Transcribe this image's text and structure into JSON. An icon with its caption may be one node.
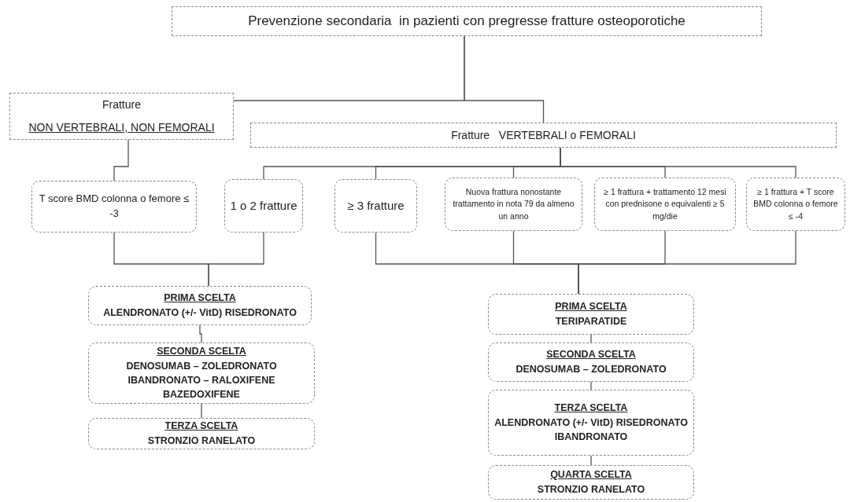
{
  "diagram": {
    "nodes": [
      {
        "text": [
          "Prevenzione secondaria  in pazienti con pregresse fratture osteoporotiche"
        ]
      },
      {
        "text": [
          "Fratture",
          "NON VERTEBRALI, NON FEMORALI"
        ]
      },
      {
        "text": [
          "Fratture   VERTEBRALI o FEMORALI"
        ]
      },
      {
        "text": [
          "T score BMD colonna o femore ≤ -3"
        ]
      },
      {
        "text": [
          "1 o 2 fratture"
        ]
      },
      {
        "text": [
          "≥ 3 fratture"
        ]
      },
      {
        "text": [
          "Nuova frattura nonostante trattamento in nota 79 da almeno un anno"
        ]
      },
      {
        "text": [
          "≥ 1 frattura + trattamento 12 mesi con prednisone o equivalenti ≥ 5 mg/die"
        ]
      },
      {
        "text": [
          "≥ 1 frattura + T score BMD colonna o femore ≤ -4"
        ]
      },
      {
        "text": [
          "PRIMA SCELTA",
          "ALENDRONATO (+/- VitD) RISEDRONATO"
        ]
      },
      {
        "text": [
          "SECONDA SCELTA",
          "DENOSUMAB – ZOLEDRONATO IBANDRONATO – RALOXIFENE BAZEDOXIFENE"
        ]
      },
      {
        "text": [
          "TERZA SCELTA",
          "STRONZIO RANELATO"
        ]
      },
      {
        "text": [
          "PRIMA SCELTA",
          "TERIPARATIDE"
        ]
      },
      {
        "text": [
          "SECONDA SCELTA",
          "DENOSUMAB – ZOLEDRONATO"
        ]
      },
      {
        "text": [
          "TERZA SCELTA",
          "ALENDRONATO (+/- VitD) RISEDRONATO IBANDRONATO"
        ]
      },
      {
        "text": [
          "QUARTA SCELTA",
          "STRONZIO RANELATO"
        ]
      }
    ],
    "edges": [
      {
        "from": 0,
        "to": 1,
        "arrow": "none"
      },
      {
        "from": 0,
        "to": 2,
        "arrow": "none"
      },
      {
        "from": 1,
        "to": 3,
        "arrow": "none"
      },
      {
        "from": 2,
        "to": 4,
        "arrow": "none"
      },
      {
        "from": 2,
        "to": 5,
        "arrow": "none"
      },
      {
        "from": 2,
        "to": 6,
        "arrow": "none"
      },
      {
        "from": 2,
        "to": 7,
        "arrow": "none"
      },
      {
        "from": 2,
        "to": 8,
        "arrow": "none"
      },
      {
        "from": 3,
        "to": 9,
        "arrow": "none"
      },
      {
        "from": 4,
        "to": 9,
        "arrow": "none"
      },
      {
        "from": 5,
        "to": 12,
        "arrow": "none"
      },
      {
        "from": 6,
        "to": 12,
        "arrow": "none"
      },
      {
        "from": 7,
        "to": 12,
        "arrow": "none"
      },
      {
        "from": 8,
        "to": 12,
        "arrow": "none"
      },
      {
        "from": 9,
        "to": 10,
        "arrow": "none"
      },
      {
        "from": 10,
        "to": 11,
        "arrow": "none"
      },
      {
        "from": 12,
        "to": 13,
        "arrow": "none"
      },
      {
        "from": 13,
        "to": 14,
        "arrow": "none"
      },
      {
        "from": 14,
        "to": 15,
        "arrow": "none"
      }
    ]
  }
}
